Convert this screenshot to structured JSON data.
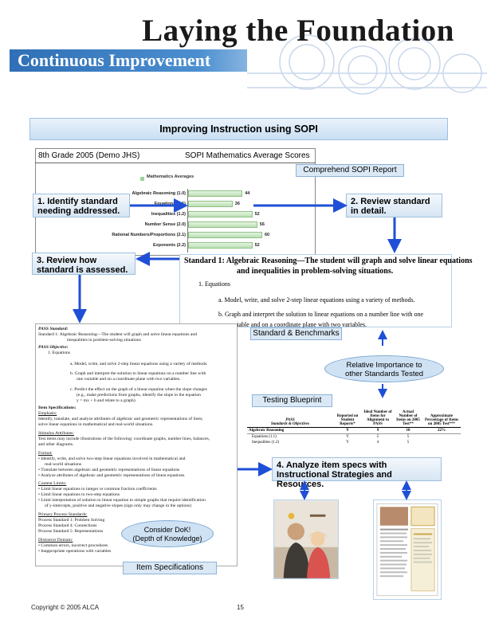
{
  "header": {
    "title": "Laying the Foundation",
    "subtitle": "Continuous Improvement"
  },
  "banner": "Improving Instruction using SOPI",
  "report": {
    "left_heading": "8th Grade 2005 (Demo JHS)",
    "right_heading": "SOPI Mathematics Average Scores",
    "legend": "Mathematics Averages",
    "label": "Comprehend SOPI Report",
    "bars": [
      {
        "label": "Algebraic Reasoning (1.0)",
        "value": 44
      },
      {
        "label": "Equations (1.1)",
        "value": 36
      },
      {
        "label": "Inequalities (1.2)",
        "value": 52
      },
      {
        "label": "Number Sense (2.0)",
        "value": 56
      },
      {
        "label": "Rational Numbers/Proportions (2.1)",
        "value": 60
      },
      {
        "label": "Exponents (2.2)",
        "value": 52
      }
    ]
  },
  "steps": {
    "step1": "1. Identify standard needing addressed.",
    "step2": "2. Review standard in detail.",
    "step3": "3. Review how standard is assessed.",
    "step4": "4. Analyze item specs with Instructional Strategies  and  Resources."
  },
  "standard": {
    "head": "Standard 1:     Algebraic Reasoning—The student will graph and solve linear equations",
    "head2": "and inequalities in problem-solving situations.",
    "item1": "1.      Equations",
    "item_a": "a.   Model, write, and solve 2-step linear equations using a variety of methods.",
    "item_b1": "b.   Graph and interpret the solution to linear equations on a number line with one",
    "item_b2": "variable and on a coordinate plane with two variables.",
    "label": "Standard & Benchmarks"
  },
  "spec": {
    "l1": "PASS Standard:",
    "l2": "Standard 1:    Algebraic Reasoning—The student will graph and solve linear equations and",
    "l3": "inequalities in problem-solving situations",
    "l4": "PASS Objective:",
    "l5": "1.      Equations",
    "l6": "a.   Model, write, and solve 2-step linear equations using a variety of methods.",
    "l7": "b.   Graph and interpret the solution to linear equations on a number line with",
    "l8": "one variable and on a coordinate plane with two variables.",
    "l9": "c.   Predict the effect on the graph of a linear equation when the slope changes",
    "l10": "(e.g., make predictions from graphs, identify the slope in the equation",
    "l11": "y = mx + b and relate to a graph).",
    "l12": "Item Specifications:",
    "l13": "Emphasis:",
    "l14": "Identify, translate, and analyze attributes of algebraic and geometric representations of lines;",
    "l15": "solve linear equations in mathematical and real-world situations.",
    "l16": "Stimulus Attributes:",
    "l17": "Test items may include illustrations of the following: coordinate graphs, number lines, balances,",
    "l18": "and other diagrams.",
    "l19": "Format:",
    "l20": "•  Identify, write, and solve two-step linear equations involved in mathematical and",
    "l21": "real-world situations",
    "l22": "•  Translate between algebraic and geometric representations of linear equations",
    "l23": "•  Analyze attributes of algebraic and geometric representations of linear equations",
    "l24": "Content Limits:",
    "l25": "•  Limit linear equations to integer or common fraction coefficients",
    "l26": "•  Limit linear equations to two-step equations",
    "l27": "•  Limit interpretation of solution to linear equation to simple graphs that require identification",
    "l28": "of y-intercepts, positive and negative slopes (sign only may change in the options)",
    "l29": "Primary Process Standards:",
    "l30": "Process Standard 1:   Problem Solving",
    "l31": "Process Standard 4:   Connections",
    "l32": "Process Standard 5:   Representations",
    "l33": "Distractor Domain:",
    "l34": "•  Common errors, incorrect procedures",
    "l35": "•  Inappropriate operations with variables",
    "label": "Item Specifications"
  },
  "dok": "Consider DoK! (Depth of Knowledge)",
  "dok_l1": "Consider DoK!",
  "dok_l2": "(Depth of Knowledge)",
  "relative": {
    "l1": "Relative Importance to",
    "l2": "other Standards Tested"
  },
  "blueprint": {
    "label": "Testing Blueprint",
    "columns": [
      "PASS Standards & Objectives",
      "Reported on Student Reports*",
      "Ideal Number of Items for Alignment to PASS",
      "Actual Number of Items on 2005 Test**",
      "Approximate Percentage of Items on 2005 Test***"
    ],
    "col0_l1": "PASS",
    "col0_l2": "Standards & Objectives",
    "rows": [
      [
        "Algebraic Reasoning",
        "Y",
        "9",
        "10",
        "22%"
      ],
      [
        "Equations (1.1)",
        "Y",
        "5",
        "5",
        ""
      ],
      [
        "Inequalities (1.2)",
        "Y",
        "4",
        "5",
        ""
      ]
    ]
  },
  "footer": {
    "copyright": "Copyright © 2005 ALCA",
    "page": "15"
  },
  "colors": {
    "accent_blue": "#2f6fb6",
    "arrow_blue": "#1f4fd6",
    "label_bg": "#dbe9f6",
    "bar_green": "#b9dfb2"
  }
}
